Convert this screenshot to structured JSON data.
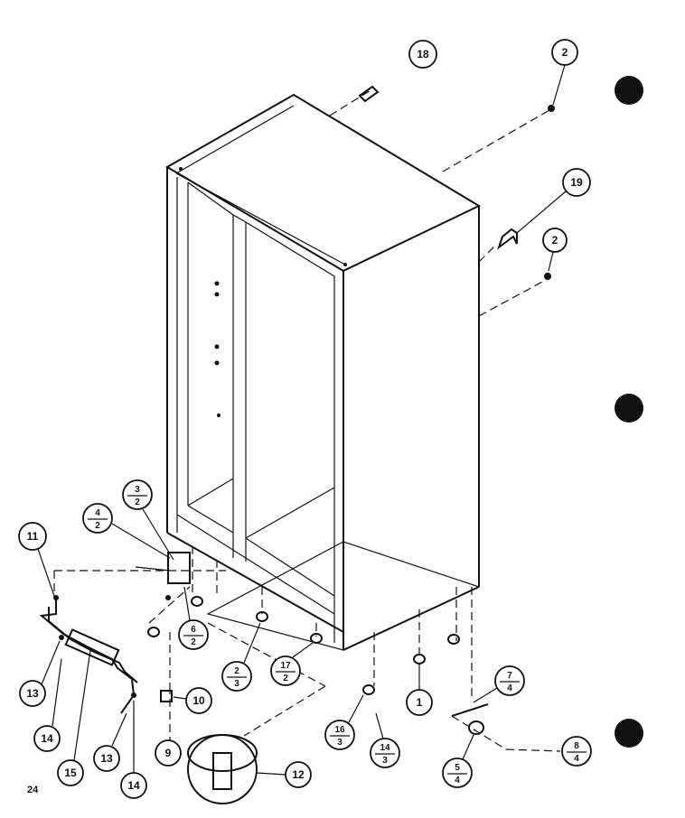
{
  "page_number": "24",
  "callouts": {
    "c18": "18",
    "c2a": "2",
    "c19": "19",
    "c2b": "2",
    "c11": "11",
    "c4_2": [
      "4",
      "2"
    ],
    "c3_2": [
      "3",
      "2"
    ],
    "c6_2": [
      "6",
      "2"
    ],
    "c2_3": [
      "2",
      "3"
    ],
    "c17_2": [
      "17",
      "2"
    ],
    "c1": "1",
    "c7_4": [
      "7",
      "4"
    ],
    "c8_4": [
      "8",
      "4"
    ],
    "c5_4": [
      "5",
      "4"
    ],
    "c16_3": [
      "16",
      "3"
    ],
    "c14_3": [
      "14",
      "3"
    ],
    "c10": "10",
    "c9": "9",
    "c12": "12",
    "c13a": "13",
    "c13b": "13",
    "c14a": "14",
    "c14b": "14",
    "c15": "15"
  }
}
